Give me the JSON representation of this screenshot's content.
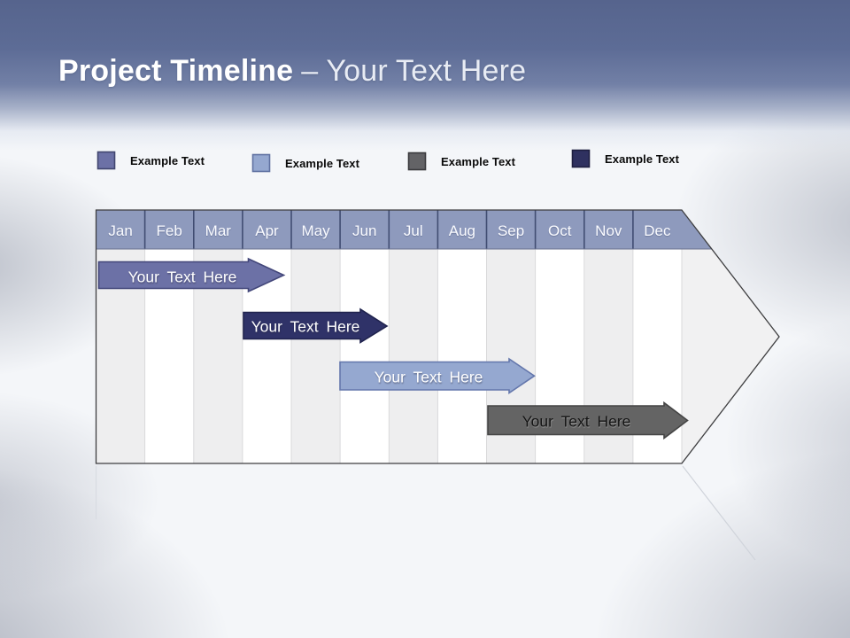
{
  "title": {
    "main": "Project Timeline",
    "rest": "– Your Text Here"
  },
  "legend": {
    "items": [
      {
        "label": "Example Text",
        "color": "#6C71A6"
      },
      {
        "label": "Example Text",
        "color": "#95A8D0"
      },
      {
        "label": "Example Text",
        "color": "#636366"
      },
      {
        "label": "Example Text",
        "color": "#2F3160"
      }
    ]
  },
  "timeline": {
    "months": [
      "Jan",
      "Feb",
      "Mar",
      "Apr",
      "May",
      "Jun",
      "Jul",
      "Aug",
      "Sep",
      "Oct",
      "Nov",
      "Dec"
    ],
    "header_fill": "#8E9ABD",
    "bars": [
      {
        "label": "Your Text Here",
        "color": "#6C71A6",
        "text_color": "#FFFFFF"
      },
      {
        "label": "Your Text Here",
        "color": "#2F3268",
        "text_color": "#FFFFFF"
      },
      {
        "label": "Your Text Here",
        "color": "#95A8D0",
        "text_color": "#FFFFFF"
      },
      {
        "label": "Your Text Here",
        "color": "#646464",
        "text_color": "#141414"
      }
    ]
  },
  "chart_data": {
    "type": "bar",
    "subtype": "gantt-timeline",
    "title": "Project Timeline – Your Text Here",
    "categories": [
      "Jan",
      "Feb",
      "Mar",
      "Apr",
      "May",
      "Jun",
      "Jul",
      "Aug",
      "Sep",
      "Oct",
      "Nov",
      "Dec"
    ],
    "x_unit": "month",
    "grid": "alternating-column-shading",
    "legend_position": "top",
    "legend_entries": [
      "Example Text",
      "Example Text",
      "Example Text",
      "Example Text"
    ],
    "bars": [
      {
        "row": 1,
        "label": "Your Text Here",
        "start": "Jan",
        "end": "Apr",
        "color": "#6C71A6"
      },
      {
        "row": 2,
        "label": "Your Text Here",
        "start": "Apr",
        "end": "Jun",
        "color": "#2F3268"
      },
      {
        "row": 3,
        "label": "Your Text Here",
        "start": "Jun",
        "end": "Sep",
        "color": "#95A8D0"
      },
      {
        "row": 4,
        "label": "Your Text Here",
        "start": "Sep",
        "end": "Dec",
        "color": "#646464"
      }
    ]
  }
}
